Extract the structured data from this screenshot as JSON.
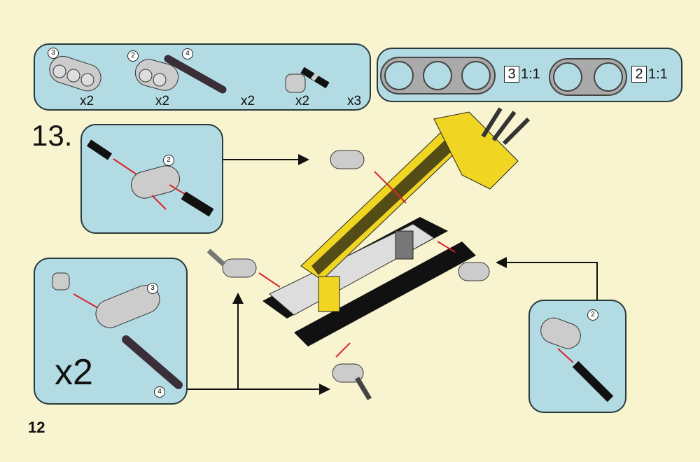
{
  "step_number": "13.",
  "page_number": "12",
  "parts_list": [
    {
      "part": "beam-3",
      "size_label": "3",
      "qty": "x2"
    },
    {
      "part": "beam-2",
      "size_label": "2",
      "qty": "x2"
    },
    {
      "part": "axle-4",
      "size_label": "4",
      "qty": "x2"
    },
    {
      "part": "bush",
      "qty": "x2"
    },
    {
      "part": "pin",
      "qty": "x3"
    }
  ],
  "scale_reference": [
    {
      "size_label": "3",
      "ratio": "1:1"
    },
    {
      "size_label": "2",
      "ratio": "1:1"
    }
  ],
  "subassemblies": [
    {
      "size_label": "2"
    },
    {
      "size_labels": [
        "3",
        "4"
      ],
      "multiplier": "x2"
    },
    {
      "size_label": "2"
    }
  ],
  "colors": {
    "background": "#f8f4cf",
    "panel": "#b3dbe3",
    "arrow": "#d8232a",
    "yellow": "#f0d622"
  }
}
